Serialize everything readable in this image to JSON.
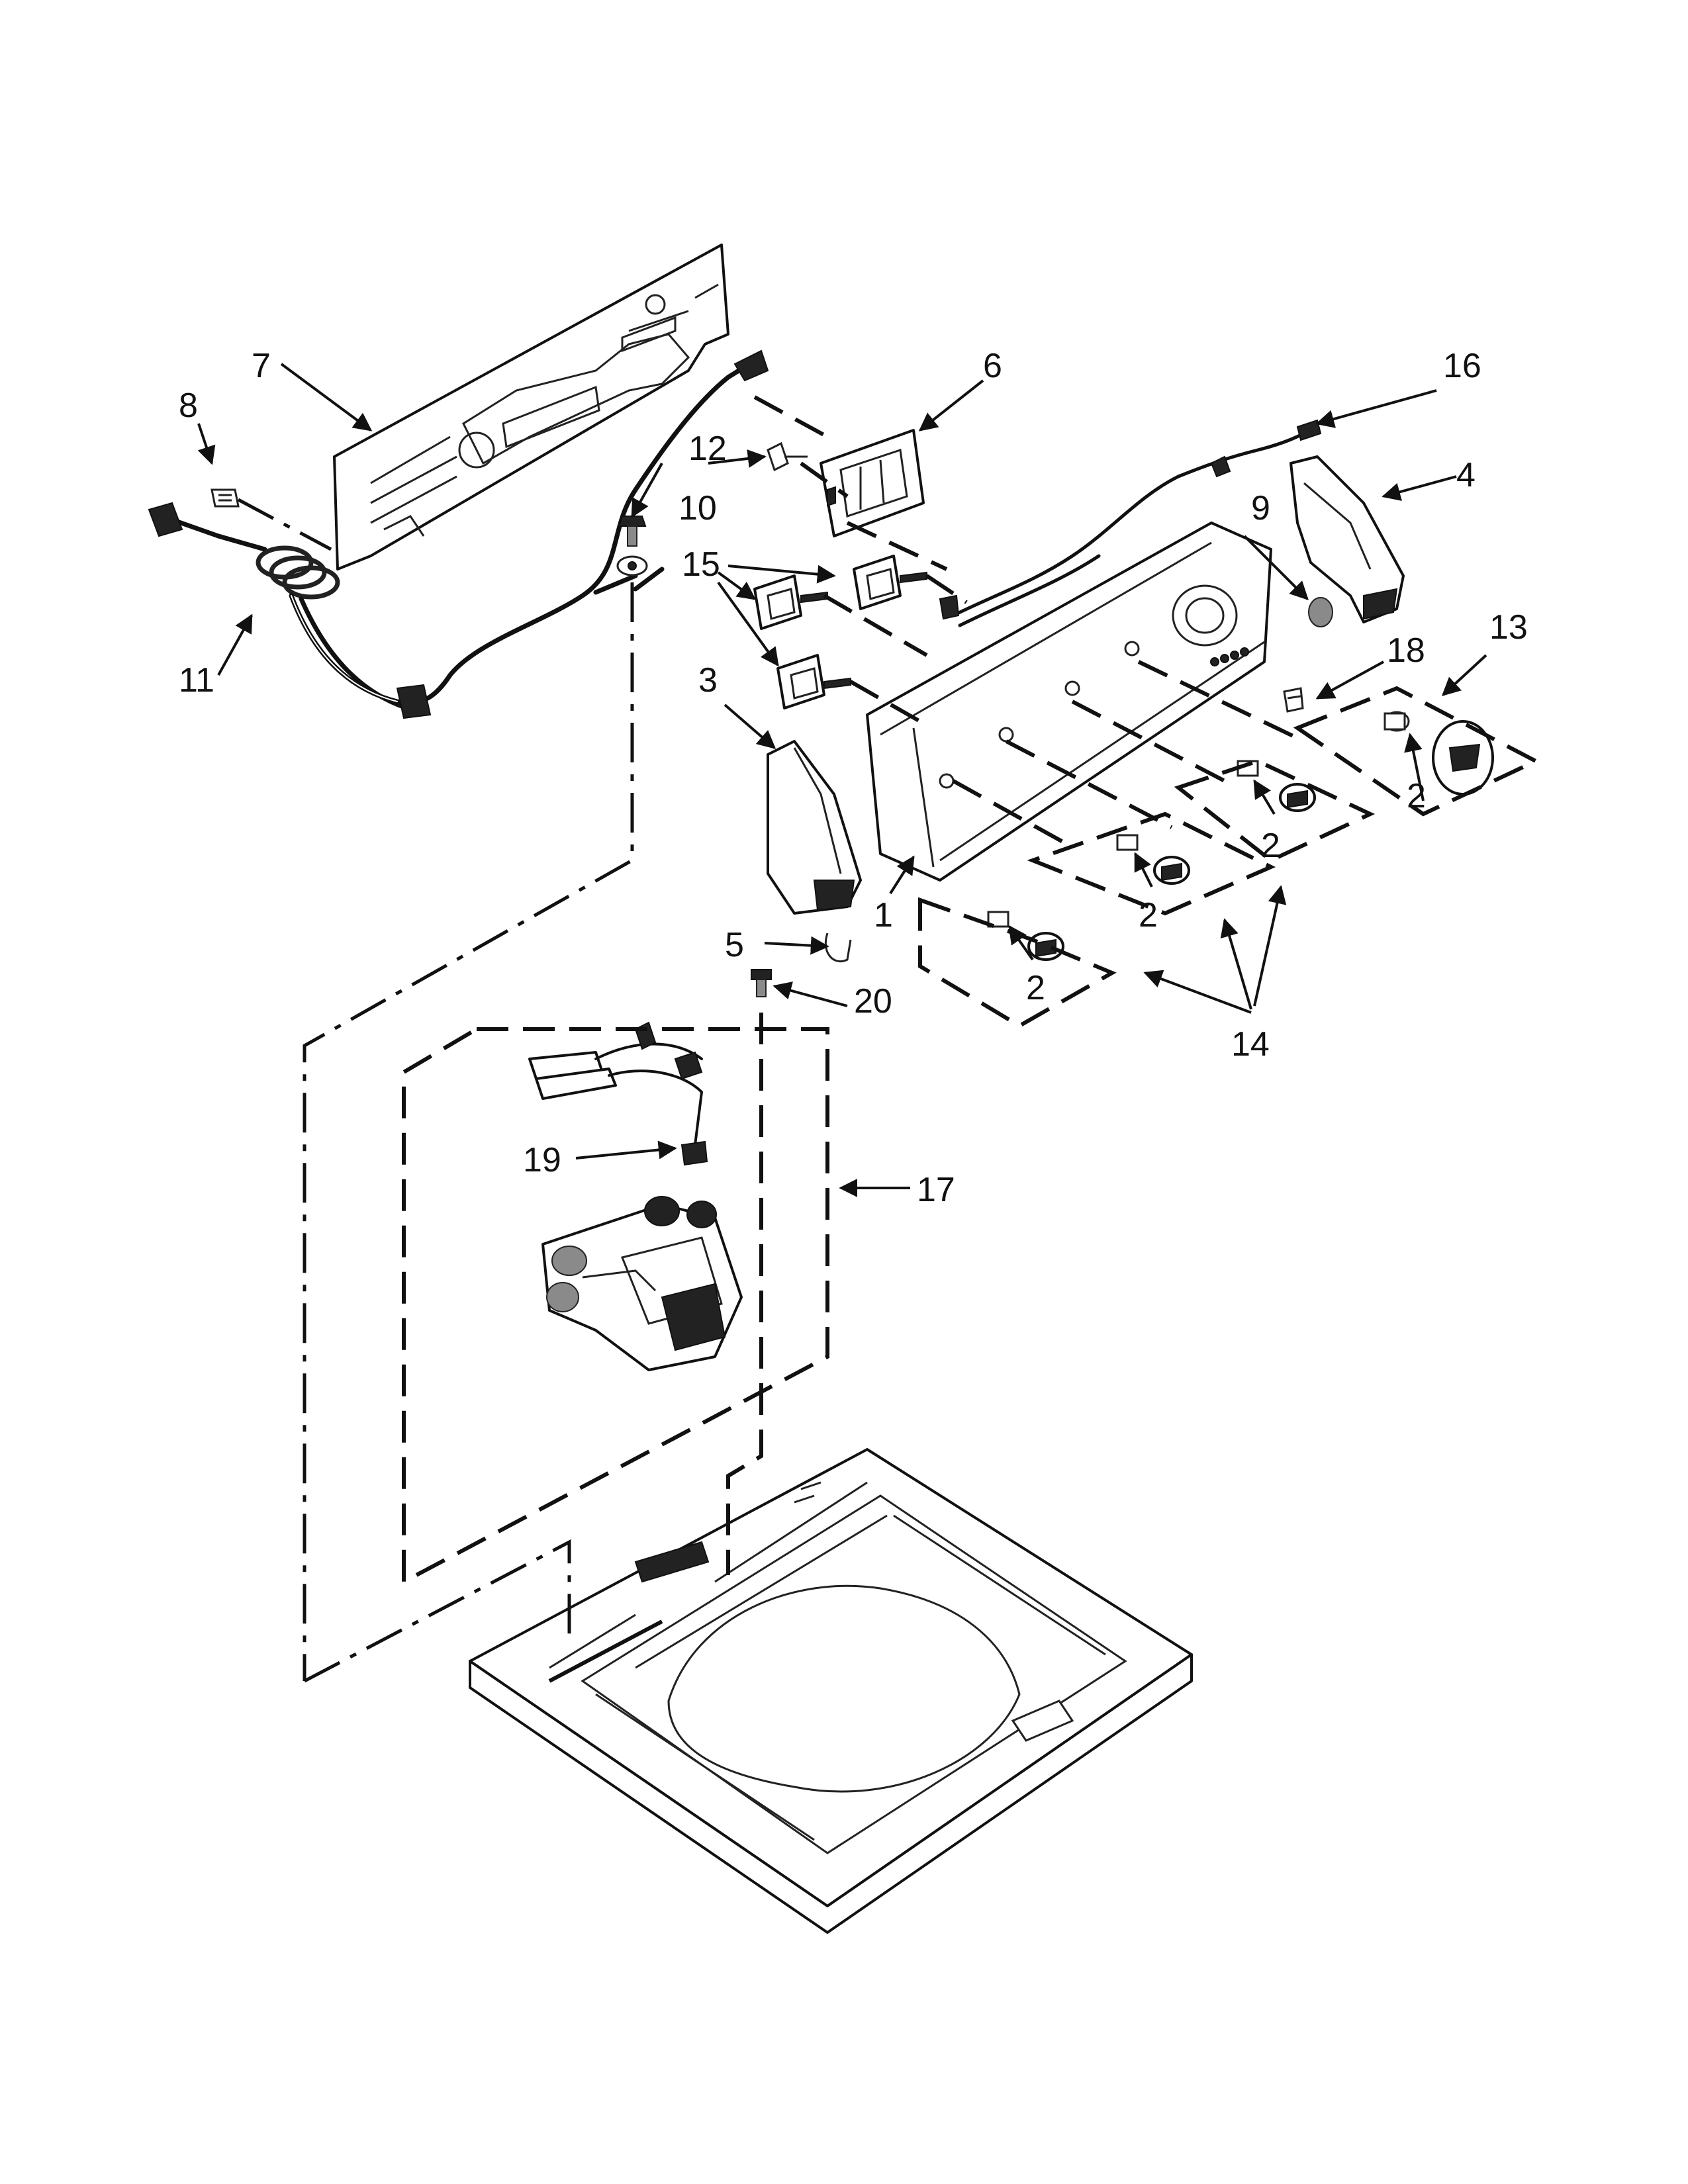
{
  "callouts": [
    {
      "key": "c1",
      "text": "1"
    },
    {
      "key": "c2a",
      "text": "2"
    },
    {
      "key": "c2b",
      "text": "2"
    },
    {
      "key": "c2c",
      "text": "2"
    },
    {
      "key": "c2d",
      "text": "2"
    },
    {
      "key": "c3",
      "text": "3"
    },
    {
      "key": "c4",
      "text": "4"
    },
    {
      "key": "c5",
      "text": "5"
    },
    {
      "key": "c6",
      "text": "6"
    },
    {
      "key": "c7",
      "text": "7"
    },
    {
      "key": "c8",
      "text": "8"
    },
    {
      "key": "c9",
      "text": "9"
    },
    {
      "key": "c10",
      "text": "10"
    },
    {
      "key": "c11",
      "text": "11"
    },
    {
      "key": "c12",
      "text": "12"
    },
    {
      "key": "c13",
      "text": "13"
    },
    {
      "key": "c14",
      "text": "14"
    },
    {
      "key": "c15",
      "text": "15"
    },
    {
      "key": "c16",
      "text": "16"
    },
    {
      "key": "c17",
      "text": "17"
    },
    {
      "key": "c18",
      "text": "18"
    },
    {
      "key": "c19",
      "text": "19"
    },
    {
      "key": "c20",
      "text": "20"
    }
  ]
}
